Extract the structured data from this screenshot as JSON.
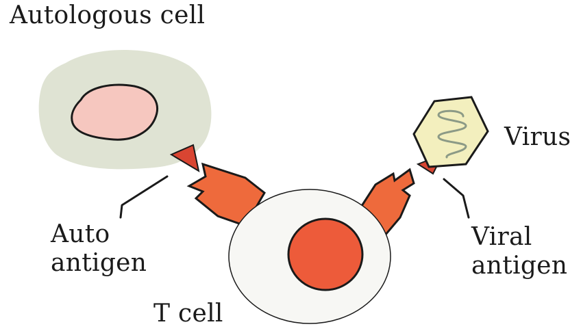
{
  "labels": {
    "autologous_cell": "Autologous cell",
    "virus": "Virus",
    "auto_antigen": [
      "Auto",
      "antigen"
    ],
    "viral_antigen": [
      "Viral",
      "antigen"
    ],
    "t_cell": "T cell"
  },
  "colors": {
    "autologous_cytoplasm": "#dfe3d3",
    "autologous_nucleus": "#f6c7bf",
    "outline": "#1a1a1a",
    "receptor": "#ee6a3c",
    "antigen": "#d94532",
    "t_cell_body": "#f7f7f4",
    "t_cell_nucleus": "#ed5b3a",
    "virus_capsid": "#f3efbe",
    "virus_genome": "#8c9a86"
  }
}
